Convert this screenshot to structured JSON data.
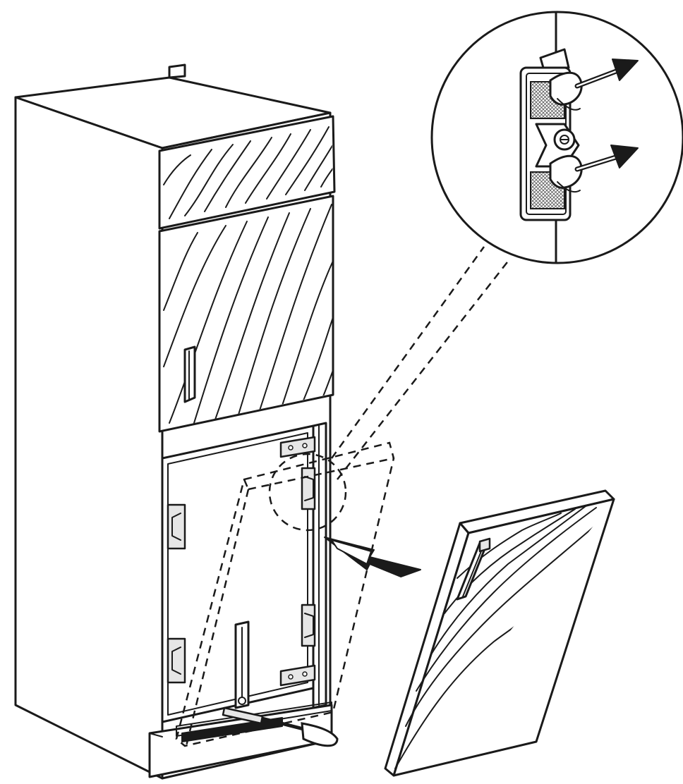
{
  "figure": {
    "parts": [
      {
        "id": "cabinet",
        "icon": "tall-cabinet-icon"
      },
      {
        "id": "drawer-panel",
        "icon": "wood-panel-icon"
      },
      {
        "id": "upper-door",
        "icon": "wood-door-icon"
      },
      {
        "id": "appliance-front",
        "icon": "appliance-frame-icon"
      },
      {
        "id": "loose-door-panel",
        "icon": "wood-door-icon"
      },
      {
        "id": "detail-magnifier",
        "icon": "magnifier-circle-icon"
      },
      {
        "id": "screwdriver",
        "icon": "screwdriver-icon"
      },
      {
        "id": "insert-arrow",
        "icon": "arrow-icon"
      }
    ],
    "colors": {
      "ink": "#1a1a1a",
      "paper": "#ffffff",
      "fill": "#e6e6e6"
    }
  }
}
